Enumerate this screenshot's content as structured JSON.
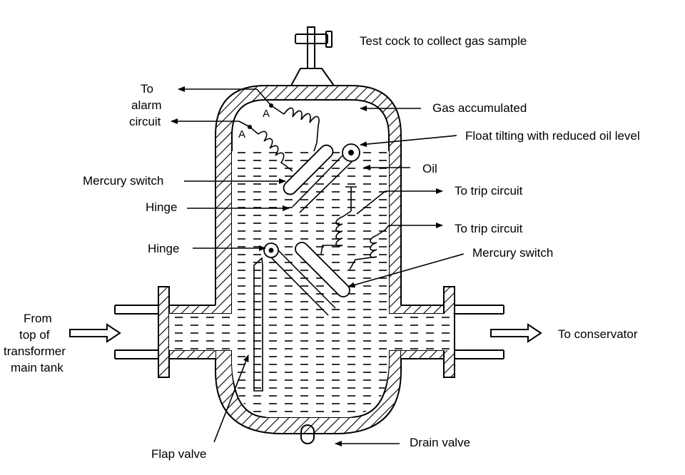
{
  "labels": {
    "test_cock": "Test cock to collect gas sample",
    "to_alarm_1": "To",
    "to_alarm_2": "alarm",
    "to_alarm_3": "circuit",
    "gas_accumulated": "Gas accumulated",
    "float_tilting": "Float tilting with reduced oil level",
    "oil": "Oil",
    "mercury_switch_upper": "Mercury switch",
    "to_trip_circuit_1": "To trip circuit",
    "hinge_upper": "Hinge",
    "to_trip_circuit_2": "To trip circuit",
    "hinge_lower": "Hinge",
    "mercury_switch_lower": "Mercury switch",
    "from_1": "From",
    "from_2": "top of",
    "from_3": "transformer",
    "from_4": "main tank",
    "to_conservator": "To conservator",
    "flap_valve": "Flap valve",
    "drain_valve": "Drain valve",
    "terminal_a1": "A",
    "terminal_a2": "A"
  }
}
